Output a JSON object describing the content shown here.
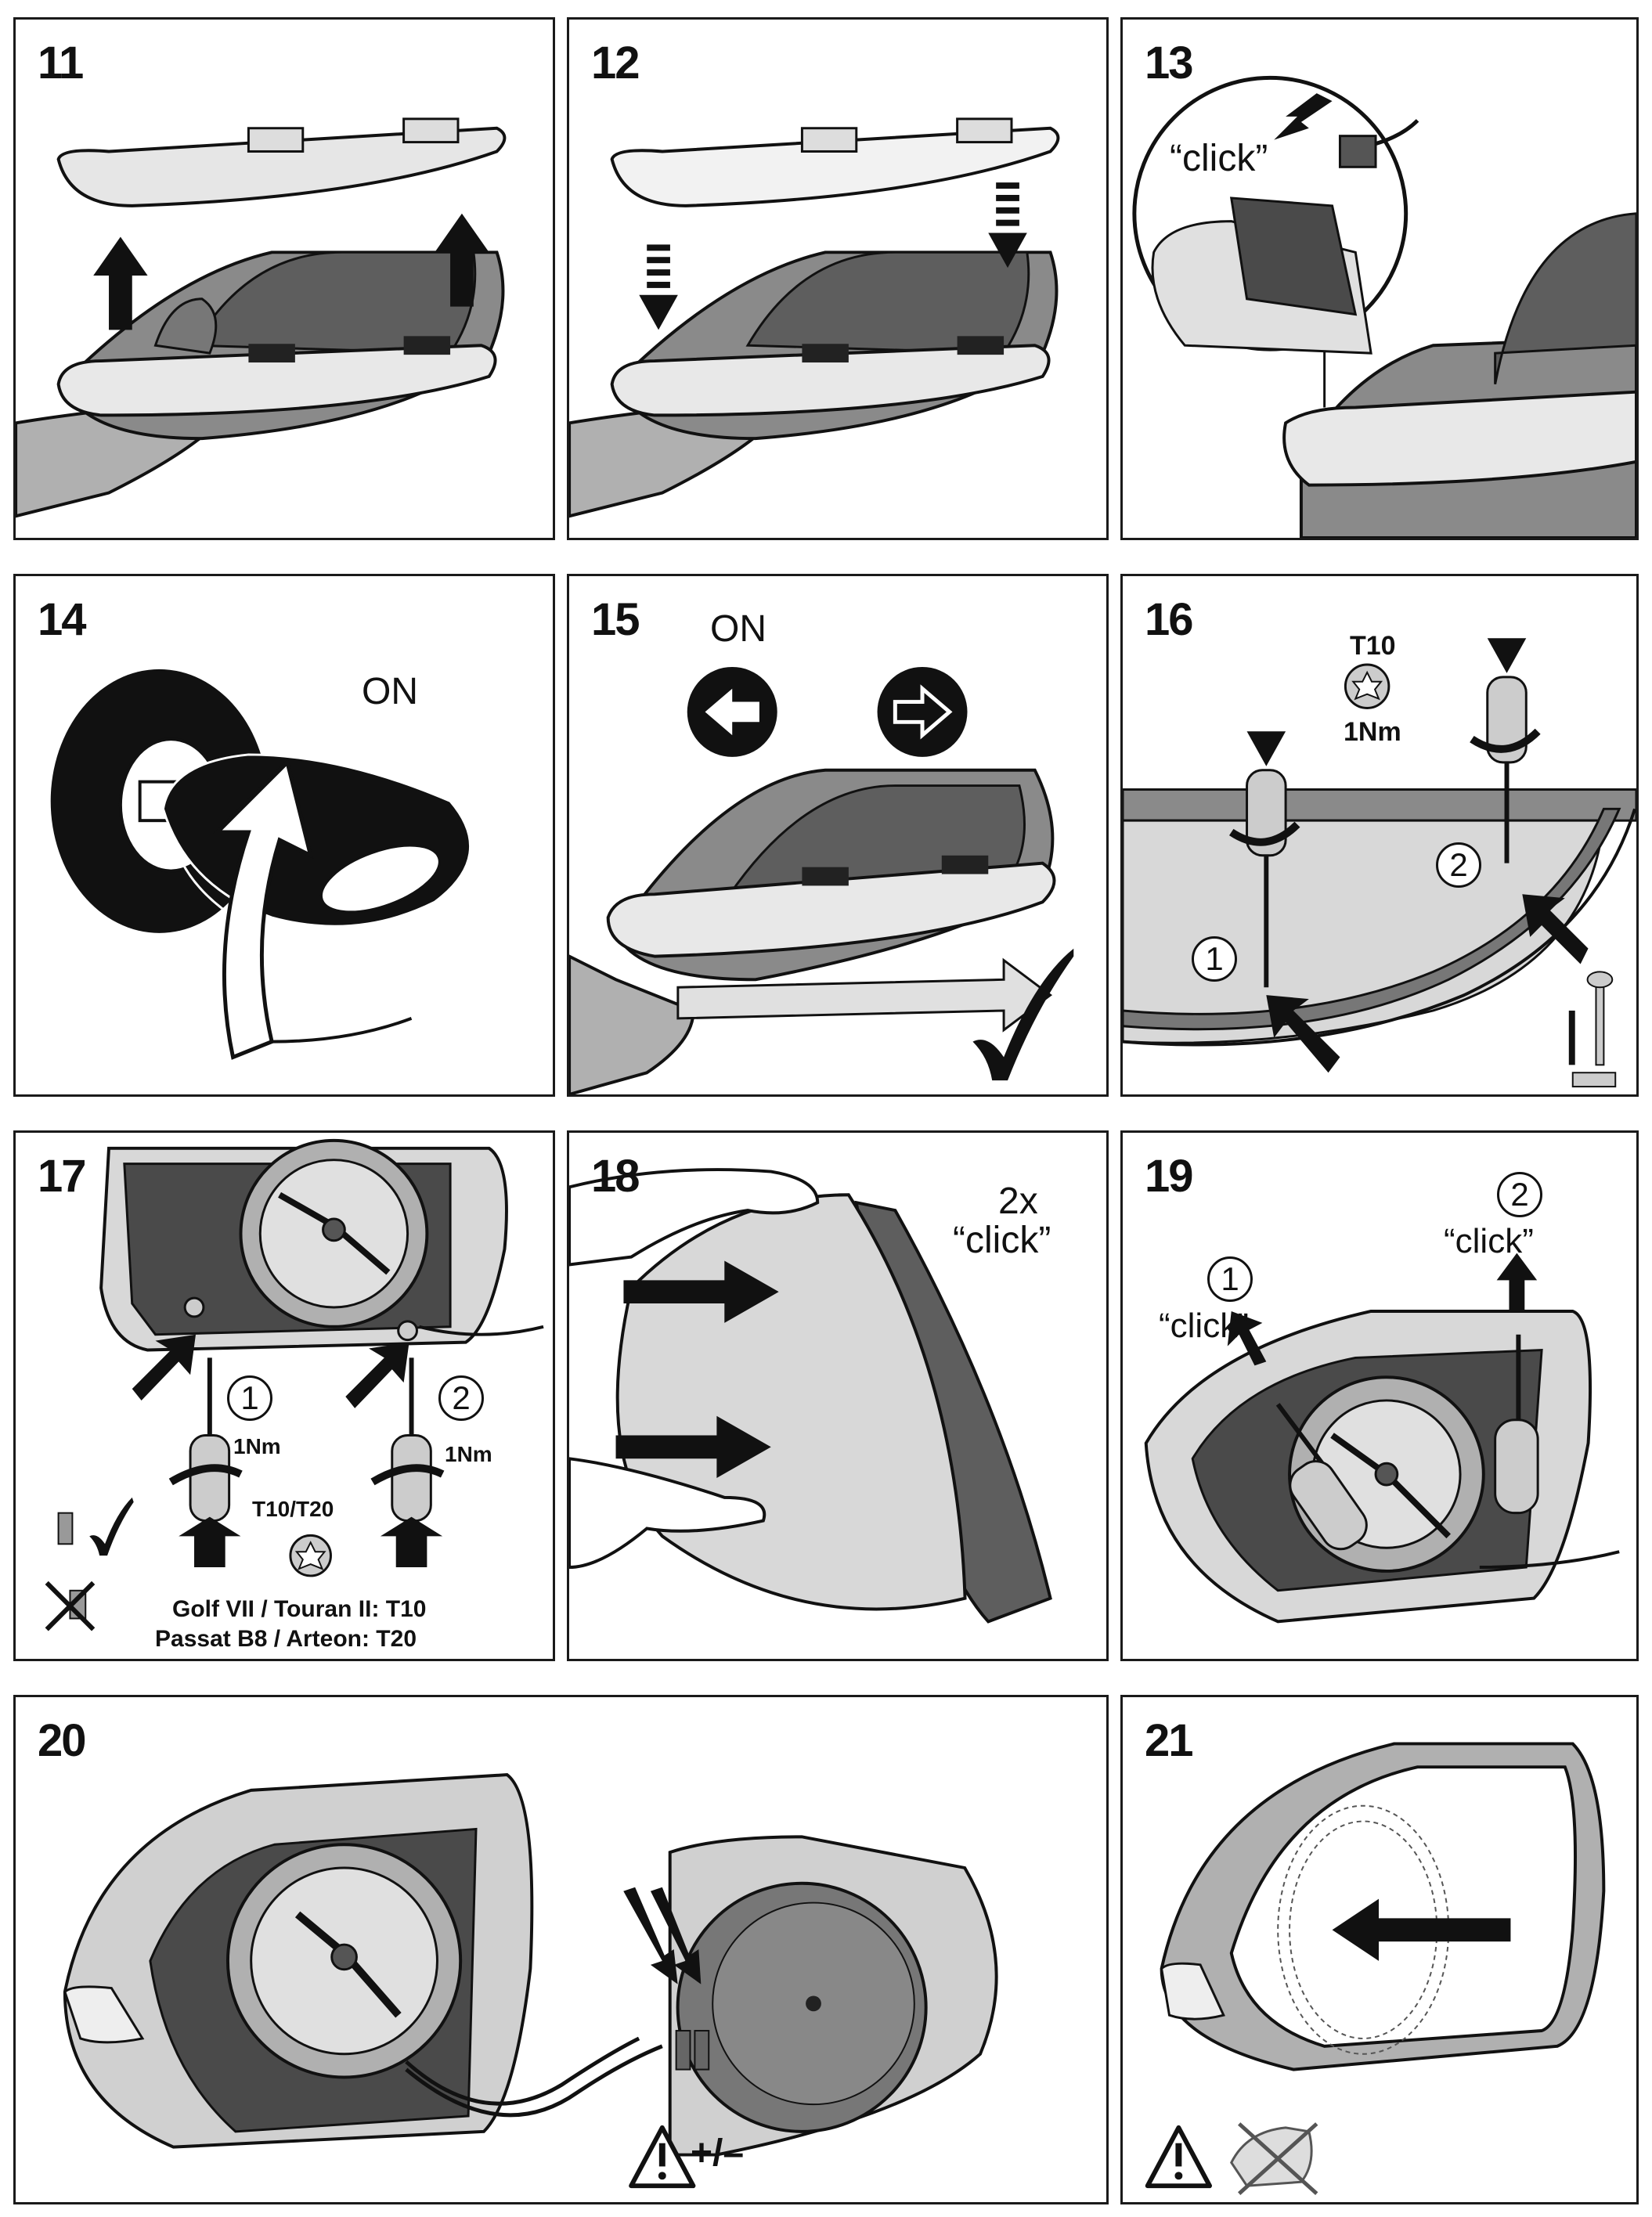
{
  "steps": [
    {
      "number": "11"
    },
    {
      "number": "12"
    },
    {
      "number": "13",
      "label_click": "“click”"
    },
    {
      "number": "14",
      "label_on": "ON"
    },
    {
      "number": "15",
      "label_on": "ON"
    },
    {
      "number": "16",
      "torque_bit": "T10",
      "torque_value": "1Nm",
      "marker_1": "1",
      "marker_2": "2"
    },
    {
      "number": "17",
      "marker_1": "1",
      "marker_2": "2",
      "torque_left": "1Nm",
      "torque_right": "1Nm",
      "torx_label": "T10/T20",
      "caption_line1": "Golf VII / Touran II: T10",
      "caption_line2": "Passat B8 / Arteon: T20"
    },
    {
      "number": "18",
      "count": "2x",
      "label_click": "“click”"
    },
    {
      "number": "19",
      "marker_1": "1",
      "marker_2": "2",
      "label_click_1": "“click”",
      "label_click_2": "“click”"
    },
    {
      "number": "20",
      "polarity": "+/–"
    },
    {
      "number": "21"
    }
  ],
  "icons": [
    "arrow-up-icon",
    "dashed-arrow-down-icon",
    "connector-icon",
    "ignition-key-icon",
    "turn-signal-left-icon",
    "turn-signal-right-icon",
    "check-icon",
    "torx-icon",
    "rotate-screwdriver-icon",
    "warning-triangle-icon",
    "no-heating-icon"
  ],
  "colors": {
    "ink": "#1a1a1a",
    "panel_bg": "#ffffff",
    "part_gray": "#b5b5b5",
    "dark_gray": "#4a4a4a"
  }
}
